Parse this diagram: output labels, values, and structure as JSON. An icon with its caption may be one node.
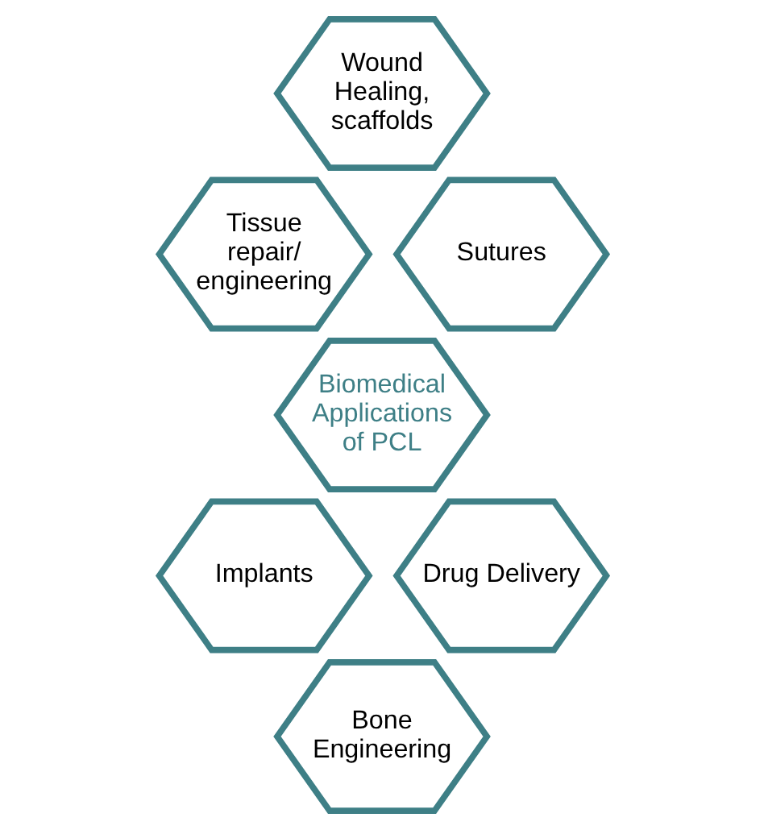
{
  "diagram": {
    "nodes": [
      {
        "text": [
          "Wound Healing, scaffolds"
        ]
      },
      {
        "text": [
          "Tissue repair/ engineering"
        ]
      },
      {
        "text": [
          "Sutures"
        ]
      },
      {
        "text": [
          "Biomedical Applications of PCL"
        ]
      },
      {
        "text": [
          "Implants"
        ]
      },
      {
        "text": [
          "Drug Delivery"
        ]
      },
      {
        "text": [
          "Bone Engineering"
        ]
      }
    ]
  }
}
